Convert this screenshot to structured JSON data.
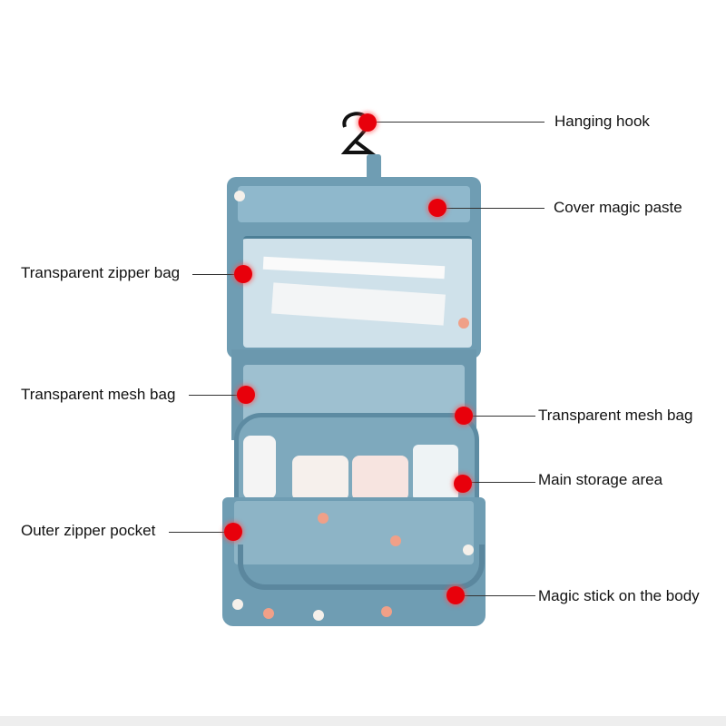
{
  "annotations": {
    "hanging_hook": "Hanging hook",
    "cover_magic_paste": "Cover magic paste",
    "transparent_zipper_bag": "Transparent zipper bag",
    "transparent_mesh_bag_left": "Transparent mesh bag",
    "transparent_mesh_bag_right": "Transparent mesh bag",
    "main_storage_area": "Main storage area",
    "outer_zipper_pocket": "Outer zipper pocket",
    "magic_stick_body": "Magic stick on the body"
  },
  "colors": {
    "bag": "#6f9db3",
    "marker": "#e8000b",
    "flower_pink": "#f0a088",
    "flower_white": "#f5f0ea"
  }
}
